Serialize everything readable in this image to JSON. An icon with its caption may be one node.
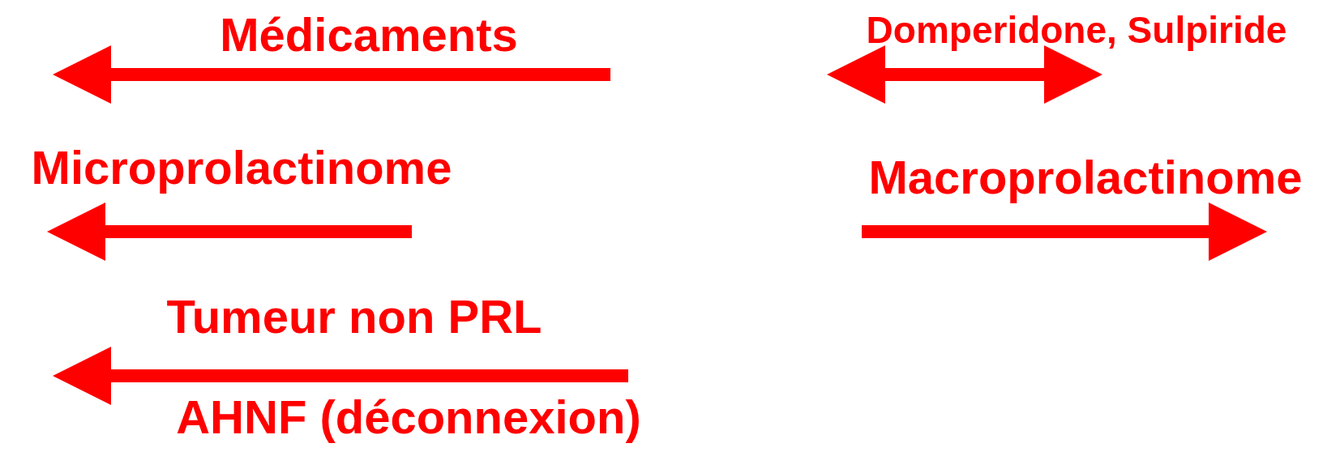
{
  "diagram": {
    "labels": [
      "Médicaments",
      "Domperidone, Sulpiride",
      "Microprolactinome",
      "Macroprolactinome",
      "Tumeur non PRL",
      "AHNF (déconnexion)"
    ]
  }
}
